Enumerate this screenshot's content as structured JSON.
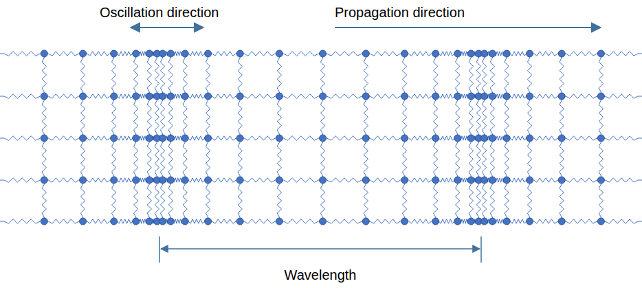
{
  "diagram": {
    "labels": [
      "Oscillation direction",
      "Propagation direction",
      "Wavelength"
    ]
  }
}
